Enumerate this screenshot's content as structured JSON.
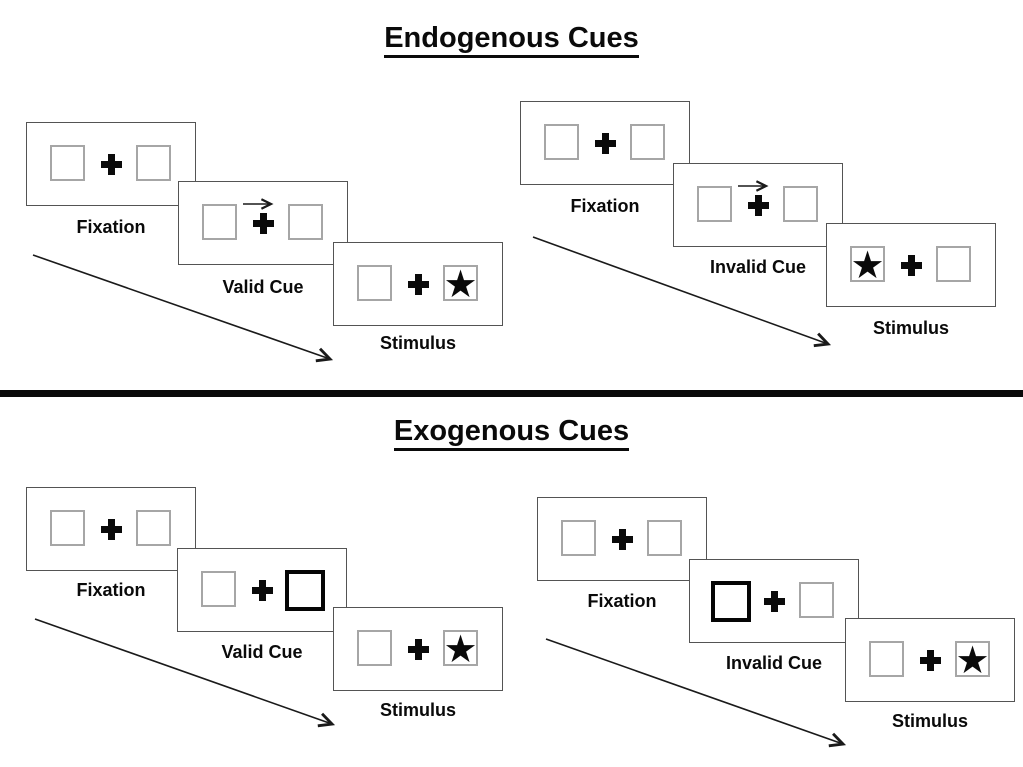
{
  "page": {
    "background": "#ffffff",
    "divider_color": "#0a0a0a",
    "panel_border_color": "#545454",
    "placeholder_box_border_color": "#a6a6a6",
    "cue_box_border_color": "#050505",
    "ink_color": "#0a0a0a"
  },
  "icons": {
    "star_char": "★"
  },
  "sections": [
    {
      "title": "Endogenous Cues",
      "trials": [
        {
          "name": "valid",
          "steps": [
            {
              "label": "Fixation",
              "content": "two-empty-boxes-central-cross"
            },
            {
              "label": "Valid Cue",
              "content": "central-arrow-pointing-right",
              "cue": "arrow-right"
            },
            {
              "label": "Stimulus",
              "content": "star-in-right-box",
              "star_side": "right"
            }
          ]
        },
        {
          "name": "invalid",
          "steps": [
            {
              "label": "Fixation",
              "content": "two-empty-boxes-central-cross"
            },
            {
              "label": "Invalid Cue",
              "content": "central-arrow-pointing-right",
              "cue": "arrow-right"
            },
            {
              "label": "Stimulus",
              "content": "star-in-left-box",
              "star_side": "left"
            }
          ]
        }
      ]
    },
    {
      "title": "Exogenous Cues",
      "trials": [
        {
          "name": "valid",
          "steps": [
            {
              "label": "Fixation",
              "content": "two-empty-boxes-central-cross"
            },
            {
              "label": "Valid Cue",
              "content": "thick-highlighted-right-box",
              "cue": "box-right"
            },
            {
              "label": "Stimulus",
              "content": "star-in-right-box",
              "star_side": "right"
            }
          ]
        },
        {
          "name": "invalid",
          "steps": [
            {
              "label": "Fixation",
              "content": "two-empty-boxes-central-cross"
            },
            {
              "label": "Invalid Cue",
              "content": "thick-highlighted-left-box",
              "cue": "box-left"
            },
            {
              "label": "Stimulus",
              "content": "star-in-right-box",
              "star_side": "right"
            }
          ]
        }
      ]
    }
  ]
}
